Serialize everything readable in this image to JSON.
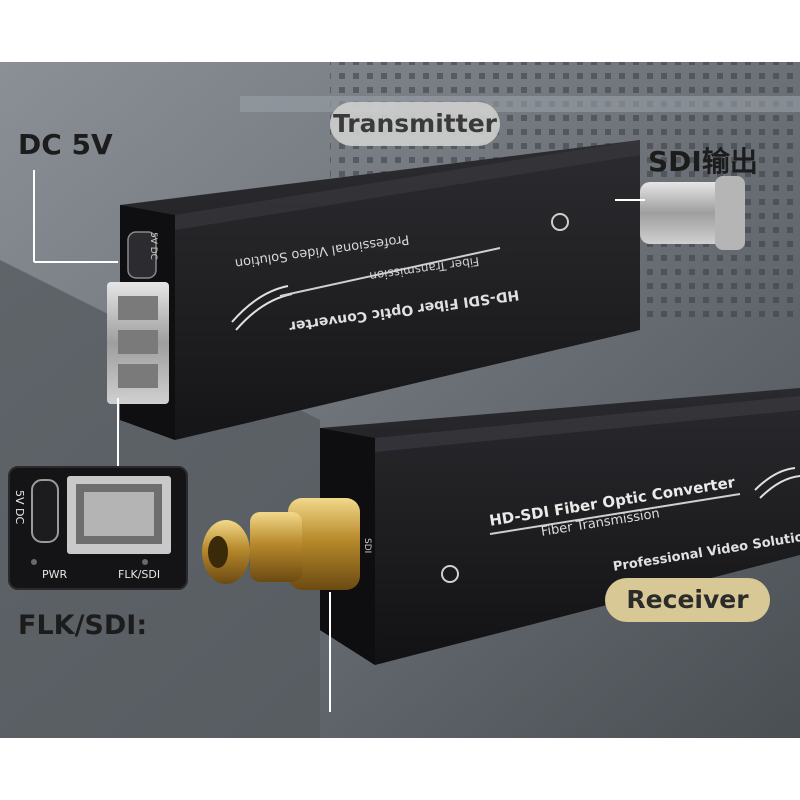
{
  "labels": {
    "dc_in": "DC 5V",
    "sdi_out": "SDI输出",
    "flk_sdi": "FLK/SDI:",
    "transmitter": "Transmitter",
    "receiver": "Receiver"
  },
  "transmitter_unit": {
    "brand_line": "Professional Video Solution",
    "transmission_line": "Fiber Transmission",
    "product_line": "HD-SDI Fiber Optic Converter",
    "port_label": "5V DC"
  },
  "receiver_unit": {
    "product_line": "HD-SDI Fiber Optic Converter",
    "transmission_line": "Fiber Transmission",
    "brand_line": "Professional Video Solutio",
    "side_label": "SDI"
  },
  "inset": {
    "port_label": "5V DC",
    "pwr_label": "PWR",
    "flk_label": "FLK/SDI"
  },
  "colors": {
    "label_text": "#1c1c1c",
    "transmitter_pill": "#cdcdcd",
    "receiver_pill": "#d8c896",
    "device_body": "#1e1e22",
    "bnc_gold": "#c8a24a"
  }
}
